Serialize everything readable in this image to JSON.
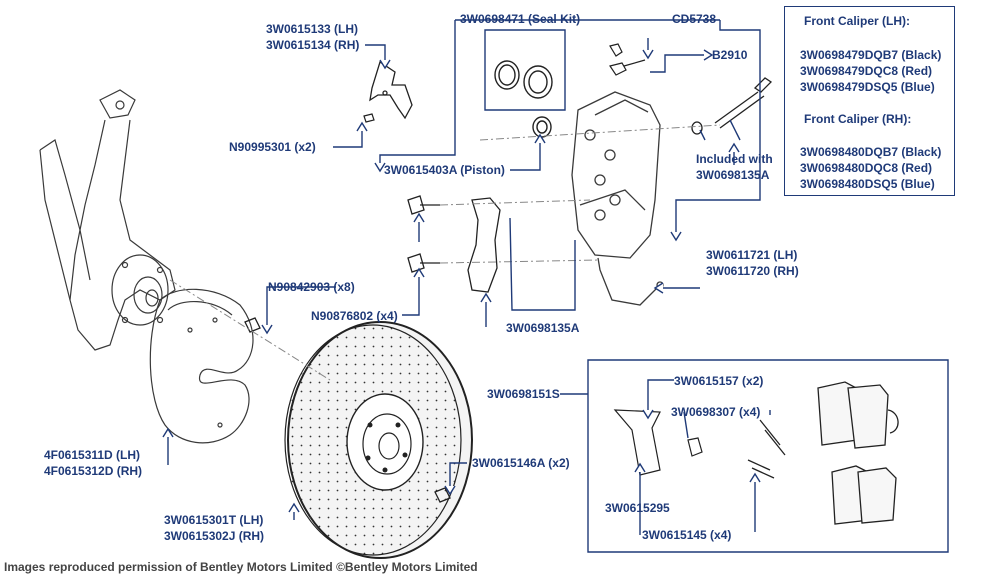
{
  "labels": {
    "caliper_bracket_lh": "3W0615133 (LH)",
    "caliper_bracket_rh": "3W0615134 (RH)",
    "bracket_screw": "N90995301 (x2)",
    "seal_kit": "3W0698471 (Seal Kit)",
    "bleed_cap": "CD5738",
    "bleed_screw": "B2910",
    "piston": "3W0615403A (Piston)",
    "included_with_line1": "Included with",
    "included_with_line2": "3W0698135A",
    "front_caliper_lh_title": "Front Caliper (LH):",
    "caliper_lh_black": "3W0698479DQB7 (Black)",
    "caliper_lh_red": "3W0698479DQC8 (Red)",
    "caliper_lh_blue": "3W0698479DSQ5 (Blue)",
    "front_caliper_rh_title": "Front Caliper (RH):",
    "caliper_rh_black": "3W0698480DQB7 (Black)",
    "caliper_rh_red": "3W0698480DQC8 (Red)",
    "caliper_rh_blue": "3W0698480DSQ5 (Blue)",
    "brake_hose_lh": "3W0611721 (LH)",
    "brake_hose_rh": "3W0611720 (RH)",
    "shield_bolt": "N90842903 (x8)",
    "carrier_bolt": "N90876802 (x4)",
    "carrier_bracket": "3W0698135A",
    "pad_set": "3W0698151S",
    "pad_spring": "3W0615157 (x2)",
    "clip": "3W0698307 (x4)",
    "splash_shield_lh": "4F0615311D (LH)",
    "splash_shield_rh": "4F0615312D (RH)",
    "disc_screw": "3W0615146A (x2)",
    "retaining_spring": "3W0615295",
    "disc_lh": "3W0615301T (LH)",
    "disc_rh": "3W0615302J (RH)",
    "pad_pin": "3W0615145 (x4)"
  },
  "credit": "Images reproduced permission of Bentley Motors Limited ©Bentley Motors Limited",
  "colors": {
    "label": "#1f3a78",
    "line": "#1f3a78",
    "drawing": "#3a3a3a"
  }
}
